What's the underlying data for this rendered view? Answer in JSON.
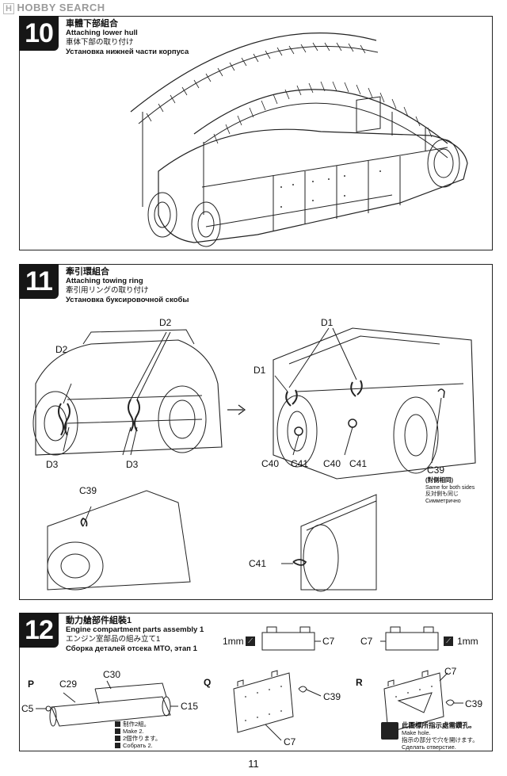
{
  "watermark": {
    "logo": "H",
    "text": "HOBBY SEARCH"
  },
  "page_number": "11",
  "step10": {
    "number": "10",
    "title_zh": "車體下部組合",
    "title_en": "Attaching lower hull",
    "title_ja": "車体下部の取り付け",
    "title_ru": "Установка нижней части корпуса"
  },
  "step11": {
    "number": "11",
    "title_zh": "牽引環組合",
    "title_en": "Attaching towing ring",
    "title_ja": "牽引用リングの取り付け",
    "title_ru": "Установка буксировочной скобы",
    "labels": {
      "d2_left_top": "D2",
      "d2_left": "D2",
      "d3_left": "D3",
      "d3_right": "D3",
      "d1_top": "D1",
      "d1_left": "D1",
      "c40_a": "C40",
      "c41_a": "C41",
      "c40_b": "C40",
      "c41_b": "C41",
      "c39_right": "C39",
      "c39_left": "C39",
      "c41_detail": "C41"
    },
    "note": {
      "title": "(對側相同)",
      "en": "Same for both sides",
      "ja": "反対側も同じ",
      "ru": "Симметрично"
    }
  },
  "step12": {
    "number": "12",
    "title_zh": "動力艙部件組裝1",
    "title_en": "Engine compartment parts assembly 1",
    "title_ja": "エンジン室部品の組み立て1",
    "title_ru": "Сборка деталей отсека МТО, этап 1",
    "thickness_left": "1mm",
    "thickness_right": "1mm",
    "c7_top_left": "C7",
    "c7_top_right": "C7",
    "sub_p": "P",
    "sub_q": "Q",
    "sub_r": "R",
    "p_labels": {
      "c29": "C29",
      "c30": "C30",
      "c5": "C5",
      "c15": "C15"
    },
    "q_labels": {
      "c39": "C39",
      "c7": "C7"
    },
    "r_labels": {
      "c7": "C7",
      "c39": "C39"
    },
    "make_notes": {
      "zh": "制作2組。",
      "en": "Make 2.",
      "ja": "2個作ります。",
      "ru": "Собрать 2."
    },
    "hole_note": {
      "zh": "此圖標所指示處需鑽孔。",
      "en": "Make hole.",
      "ja": "指示の部分で穴を開けます。",
      "ru": "Сделать отверстие."
    }
  }
}
